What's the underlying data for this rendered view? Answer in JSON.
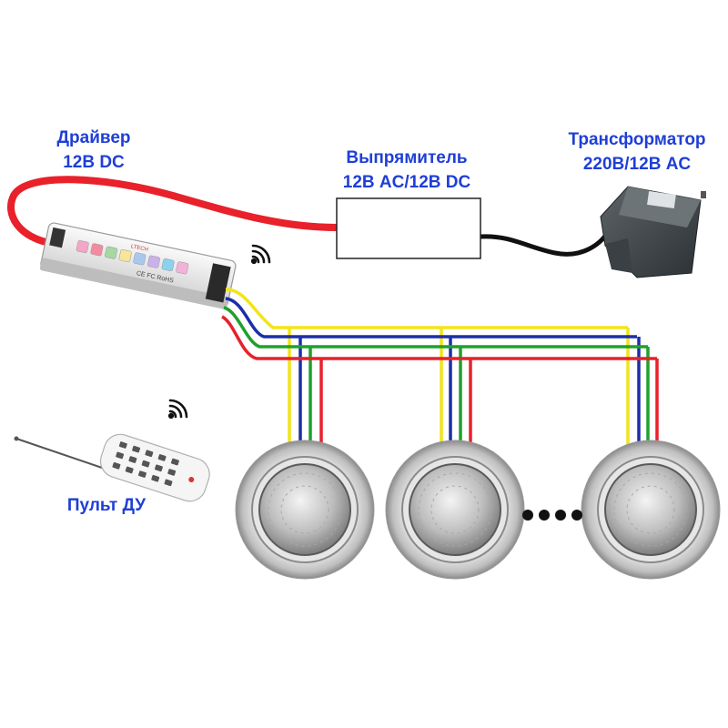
{
  "labels": {
    "driver": {
      "line1": "Драйвер",
      "line2": "12В DC"
    },
    "rectifier": {
      "line1": "Выпрямитель",
      "line2": "12В AC/12В DC"
    },
    "transformer": {
      "line1": "Трансформатор",
      "line2": "220В/12В AC"
    },
    "remote": "Пульт ДУ"
  },
  "device_text": {
    "driver_brand": "LTECH",
    "driver_cert": "CE FC RoHS"
  },
  "wire_colors": {
    "power": "#e8212a",
    "dc": "#111111",
    "yellow": "#f2e41a",
    "blue": "#1d2ea8",
    "green": "#1fa12c",
    "red": "#e8212a"
  },
  "label_color": "#1f3fd6",
  "icons": [
    "wifi-signal-icon",
    "ellipsis-dots-icon"
  ],
  "lamp_count_shown": 3
}
